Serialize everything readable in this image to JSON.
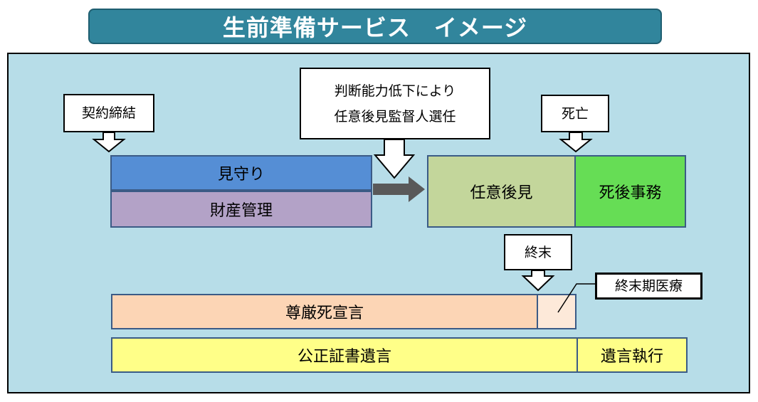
{
  "title": "生前準備サービス　イメージ",
  "callouts": {
    "contract": "契約締結",
    "incapacity_line1": "判断能力低下により",
    "incapacity_line2": "任意後見監督人選任",
    "death": "死亡",
    "terminal": "終末",
    "terminal_care": "終末期医療"
  },
  "boxes": {
    "watch": "見守り",
    "asset": "財産管理",
    "guardianship": "任意後見",
    "posthumous": "死後事務",
    "dignity": "尊厳死宣言",
    "will": "公正証書遺言",
    "execution": "遺言執行"
  },
  "colors": {
    "title_bg": "#31859c",
    "panel_bg": "#b7dde8",
    "watch": "#558ed5",
    "asset": "#b3a2c7",
    "guardianship": "#c3d69b",
    "posthumous": "#66dd55",
    "dignity": "#fcd5b5",
    "terminal_care_box": "#fde9d9",
    "will": "#ffff88",
    "execution": "#ffff88",
    "arrow": "#595959"
  }
}
